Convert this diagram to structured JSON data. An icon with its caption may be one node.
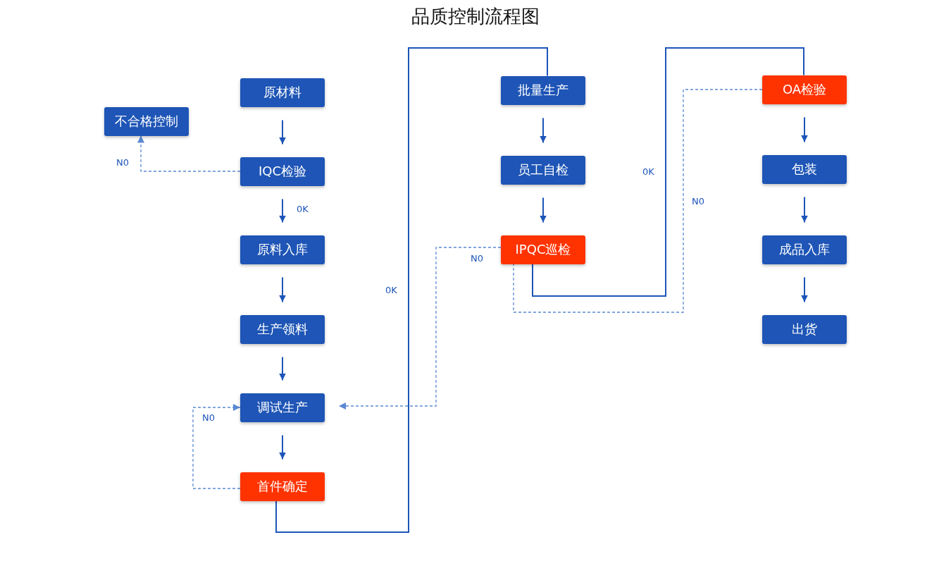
{
  "diagram": {
    "title": "品质控制流程图",
    "nodes": [
      {
        "text": [
          "原材料"
        ]
      },
      {
        "text": [
          "不合格控制"
        ]
      },
      {
        "text": [
          "IQC检验"
        ]
      },
      {
        "text": [
          "原料入库"
        ]
      },
      {
        "text": [
          "生产领料"
        ]
      },
      {
        "text": [
          "调试生产"
        ]
      },
      {
        "text": [
          "首件确定"
        ]
      },
      {
        "text": [
          "批量生产"
        ]
      },
      {
        "text": [
          "员工自检"
        ]
      },
      {
        "text": [
          "IPQC巡检"
        ]
      },
      {
        "text": [
          "OA检验"
        ]
      },
      {
        "text": [
          "包装"
        ]
      },
      {
        "text": [
          "成品入库"
        ]
      },
      {
        "text": [
          "出货"
        ]
      }
    ],
    "edges": [
      {
        "from": 0,
        "to": 2,
        "arrow": "to"
      },
      {
        "from": 2,
        "to": 1,
        "arrow": "to",
        "label": "N0",
        "style": "dashed"
      },
      {
        "from": 2,
        "to": 3,
        "arrow": "to",
        "label": "0K"
      },
      {
        "from": 3,
        "to": 4,
        "arrow": "to"
      },
      {
        "from": 4,
        "to": 5,
        "arrow": "to"
      },
      {
        "from": 5,
        "to": 6,
        "arrow": "to"
      },
      {
        "from": 6,
        "to": 5,
        "arrow": "to",
        "label": "N0",
        "style": "dashed"
      },
      {
        "from": 6,
        "to": 7,
        "arrow": "none",
        "label": "0K"
      },
      {
        "from": 7,
        "to": 8,
        "arrow": "to"
      },
      {
        "from": 8,
        "to": 9,
        "arrow": "to"
      },
      {
        "from": 9,
        "to": 5,
        "arrow": "to",
        "label": "N0",
        "style": "dashed"
      },
      {
        "from": 9,
        "to": 10,
        "arrow": "none",
        "label": "0K"
      },
      {
        "from": 10,
        "to": 9,
        "arrow": "none",
        "label": "N0",
        "style": "dashed"
      },
      {
        "from": 10,
        "to": 11,
        "arrow": "to"
      },
      {
        "from": 11,
        "to": 12,
        "arrow": "to"
      },
      {
        "from": 12,
        "to": 13,
        "arrow": "to"
      }
    ]
  }
}
